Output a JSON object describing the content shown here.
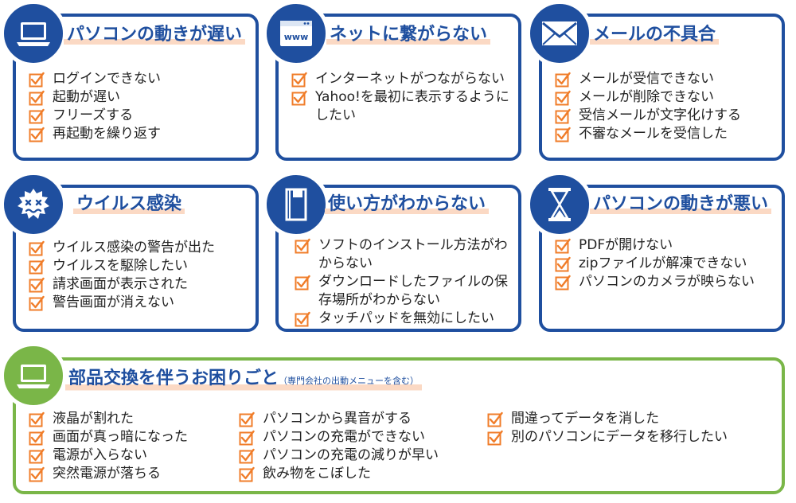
{
  "cards": [
    {
      "title": "パソコンの動きが遅い",
      "icon": "laptop-icon",
      "items": [
        "ログインできない",
        "起動が遅い",
        "フリーズする",
        "再起動を繰り返す"
      ]
    },
    {
      "title": "ネットに繋がらない",
      "icon": "browser-www-icon",
      "items": [
        "インターネットがつながらない",
        "Yahoo!を最初に表示するようにしたい"
      ]
    },
    {
      "title": "メールの不具合",
      "icon": "envelope-icon",
      "items": [
        "メールが受信できない",
        "メールが削除できない",
        "受信メールが文字化けする",
        "不審なメールを受信した"
      ]
    },
    {
      "title": "ウイルス感染",
      "icon": "virus-icon",
      "items": [
        "ウイルス感染の警告が出た",
        "ウイルスを駆除したい",
        "請求画面が表示された",
        "警告画面が消えない"
      ]
    },
    {
      "title": "使い方がわからない",
      "icon": "manual-book-icon",
      "items": [
        "ソフトのインストール方法がわからない",
        "ダウンロードしたファイルの保存場所がわからない",
        "タッチパッドを無効にしたい"
      ]
    },
    {
      "title": "パソコンの動きが悪い",
      "icon": "hourglass-icon",
      "items": [
        "PDFが開けない",
        "zipファイルが解凍できない",
        "パソコンのカメラが映らない"
      ]
    }
  ],
  "parts": {
    "title": "部品交換を伴うお困りごと",
    "note": "（専門会社の出動メニューを含む）",
    "icon": "laptop-icon",
    "columns": [
      [
        "液晶が割れた",
        "画面が真っ暗になった",
        "電源が入らない",
        "突然電源が落ちる"
      ],
      [
        "パソコンから異音がする",
        "パソコンの充電ができない",
        "パソコンの充電の減りが早い",
        "飲み物をこぼした"
      ],
      [
        "間違ってデータを消した",
        "別のパソコンにデータを移行したい"
      ]
    ]
  },
  "colors": {
    "blue": "#1f4f9f",
    "green": "#7ab648",
    "checkbox": "#f07d2a",
    "highlight": "#fbd9c4"
  }
}
